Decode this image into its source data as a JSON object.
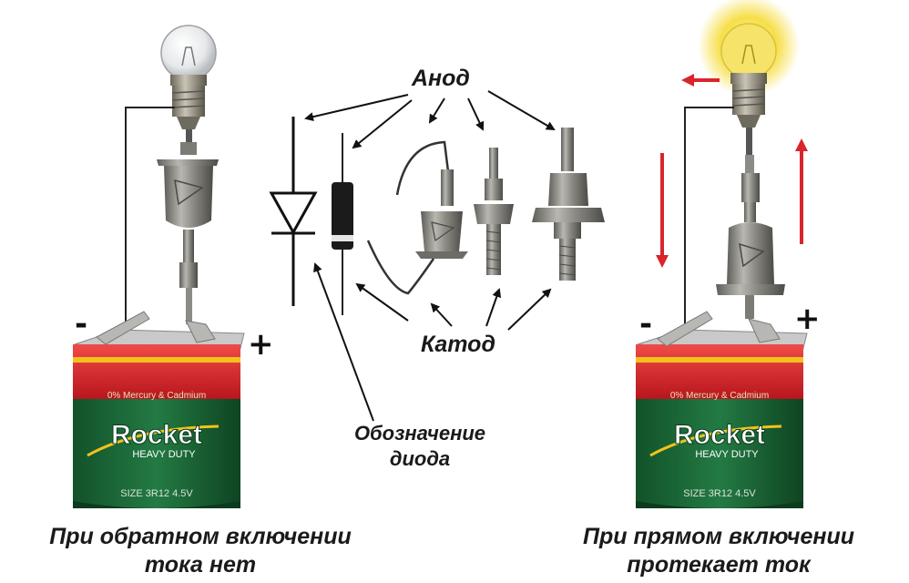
{
  "labels": {
    "anode": "Анод",
    "cathode": "Катод",
    "symbol_caption_line1": "Обозначение",
    "symbol_caption_line2": "диода",
    "left_caption_line1": "При обратном включении",
    "left_caption_line2": "тока нет",
    "right_caption_line1": "При прямом включении",
    "right_caption_line2": "протекает ток"
  },
  "battery": {
    "brand": "Rocket",
    "subtitle": "HEAVY DUTY",
    "top_text": "0% Mercury & Cadmium",
    "size_text": "SIZE 3R12 4.5V",
    "minus": "-",
    "plus": "+"
  },
  "colors": {
    "battery_green": "#1f6b3a",
    "battery_red": "#d8222a",
    "battery_yellow": "#f2c21b",
    "current_arrow": "#d9252b",
    "bulb_glow": "#f6df48",
    "diode_metal": "#8c8b86"
  }
}
